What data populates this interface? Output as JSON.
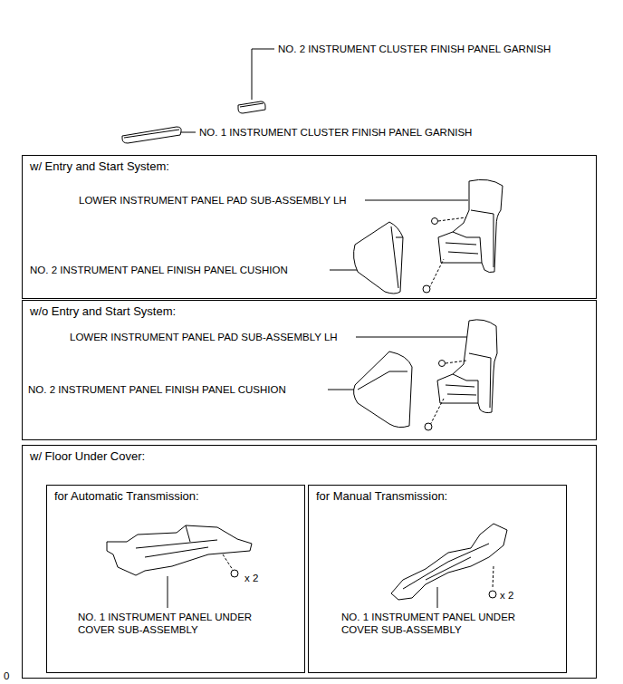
{
  "diagram": {
    "nodes": [
      {
        "text": [
          "w/ Entry and Start System:"
        ]
      },
      {
        "text": [
          "w/o Entry and Start System:"
        ]
      },
      {
        "text": [
          "w/ Floor Under Cover:"
        ]
      },
      {
        "text": [
          "for Automatic Transmission:"
        ],
        "in": 2
      },
      {
        "text": [
          "for Manual Transmission:"
        ],
        "in": 2
      }
    ],
    "labels": [
      "NO. 2 INSTRUMENT CLUSTER FINISH PANEL GARNISH",
      "NO. 1 INSTRUMENT CLUSTER FINISH PANEL GARNISH",
      "LOWER INSTRUMENT PANEL PAD SUB-ASSEMBLY LH",
      "NO. 2 INSTRUMENT PANEL FINISH PANEL CUSHION",
      "LOWER INSTRUMENT PANEL PAD SUB-ASSEMBLY LH",
      "NO. 2 INSTRUMENT PANEL FINISH PANEL CUSHION",
      "x 2",
      "NO. 1 INSTRUMENT PANEL UNDER COVER SUB-ASSEMBLY",
      "x 2",
      "NO. 1 INSTRUMENT PANEL UNDER COVER SUB-ASSEMBLY",
      "0"
    ]
  }
}
